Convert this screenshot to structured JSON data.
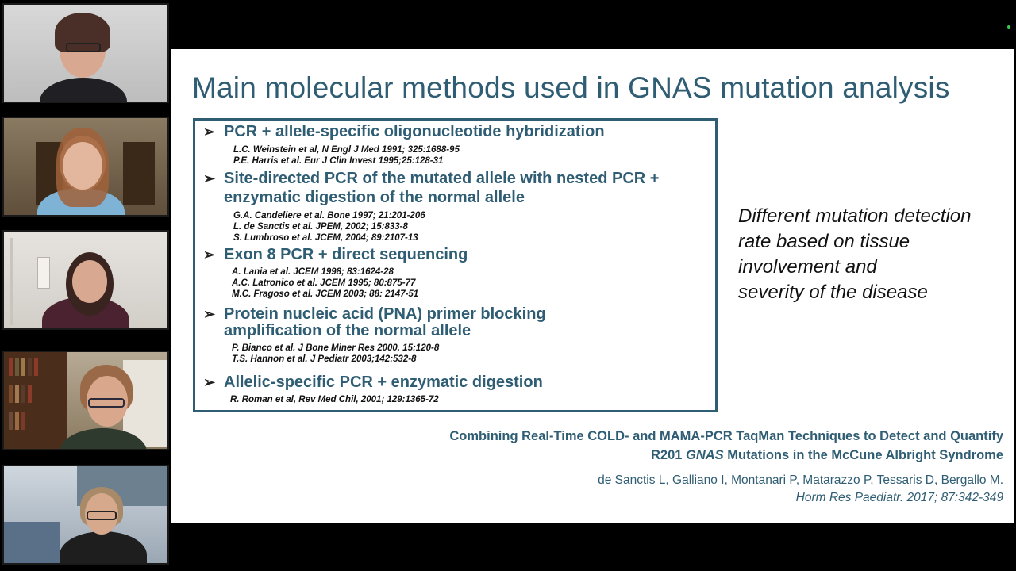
{
  "slide": {
    "title": "Main molecular methods used in GNAS mutation analysis",
    "methods": [
      {
        "line1": "PCR + allele-specific oligonucleotide hybridization",
        "line2": "",
        "refs": [
          "L.C. Weinstein et al, N Engl J Med 1991; 325:1688-95",
          "P.E. Harris et al. Eur J Clin Invest 1995;25:128-31"
        ]
      },
      {
        "line1": "Site-directed PCR of the mutated allele with nested PCR +",
        "line2": "enzymatic  digestion  of the normal  allele",
        "refs": [
          "G.A. Candeliere et al. Bone 1997; 21:201-206",
          "L. de Sanctis et al. JPEM, 2002; 15:833-8",
          "S. Lumbroso et al. JCEM, 2004; 89:2107-13"
        ]
      },
      {
        "line1": "Exon 8 PCR + direct sequencing",
        "line2": "",
        "refs": [
          "A. Lania et al. JCEM 1998; 83:1624-28",
          "A.C. Latronico et al. JCEM 1995; 80:875-77",
          "M.C. Fragoso et al. JCEM  2003; 88: 2147-51"
        ]
      },
      {
        "line1": "Protein nucleic acid (PNA) primer blocking",
        "line2": "amplification of the normal allele",
        "refs": [
          "P. Bianco et al. J Bone Miner Res 2000, 15:120-8",
          "T.S. Hannon et al. J Pediatr 2003;142:532-8"
        ]
      },
      {
        "line1": "Allelic-specific PCR + enzymatic digestion",
        "line2": "",
        "refs": [
          "R. Roman et al, Rev Med Chil, 2001; 129:1365-72"
        ]
      }
    ],
    "side_note": [
      "Different mutation detection",
      "rate based on tissue",
      "involvement and",
      "severity of the disease"
    ],
    "citation": {
      "title_line1": "Combining Real-Time COLD- and MAMA-PCR TaqMan Techniques to Detect and Quantify",
      "title_line2_pre": "R201 ",
      "title_line2_em": "GNAS",
      "title_line2_post": " Mutations in the McCune Albright Syndrome",
      "authors": "de Sanctis L, Galliano I, Montanari P, Matarazzo P, Tessaris D, Bergallo M.",
      "journal": "Horm Res Paediatr. 2017; 87:342-349"
    }
  },
  "colors": {
    "accent": "#2f5d73",
    "background": "#000000",
    "slide": "#ffffff",
    "status_dot": "#39c84a"
  }
}
